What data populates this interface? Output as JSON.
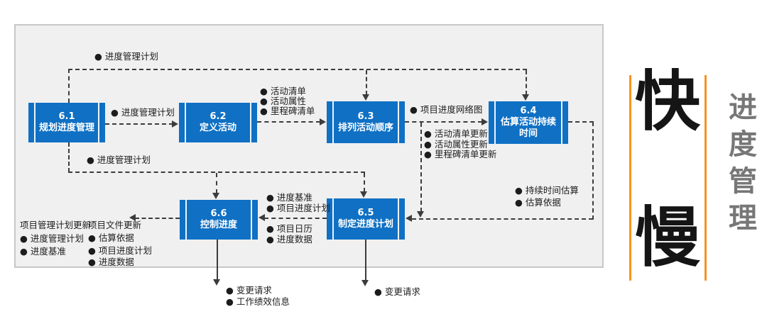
{
  "colors": {
    "process_box_blue": "#0f70c4",
    "panel_background": "#f0f0f0",
    "panel_border": "#c7c7c7",
    "connector_dark": "#3c3c3c",
    "accent_orange": "#f7931e",
    "side_title_gray": "#777777"
  },
  "processes": [
    {
      "num": "6.1",
      "name": "规划进度管理"
    },
    {
      "num": "6.2",
      "name": "定义活动"
    },
    {
      "num": "6.3",
      "name": "排列活动顺序"
    },
    {
      "num": "6.4",
      "name": "估算活动持续时间"
    },
    {
      "num": "6.5",
      "name": "制定进度计划"
    },
    {
      "num": "6.6",
      "name": "控制进度"
    }
  ],
  "io": {
    "plan_top": "● 进度管理计划",
    "plan_mid": "● 进度管理计划",
    "plan_low": "● 进度管理计划",
    "activity_list": "● 活动清单",
    "activity_attr": "● 活动属性",
    "milestone_list": "● 里程碑清单",
    "network_diagram": "● 项目进度网络图",
    "activity_list_upd": "● 活动清单更新",
    "activity_attr_upd": "● 活动属性更新",
    "milestone_list_upd": "● 里程碑清单更新",
    "duration_estimate": "● 持续时间估算",
    "estimate_basis": "● 估算依据",
    "schedule_baseline": "● 进度基准",
    "project_schedule": "● 项目进度计划",
    "project_calendar": "● 项目日历",
    "schedule_data": "● 进度数据",
    "pm_plan_updates_header": "项目管理计划更新",
    "pm_plan_upd_plan": "● 进度管理计划",
    "pm_plan_upd_baseline": "● 进度基准",
    "doc_updates_header": "项目文件更新",
    "doc_upd_basis": "● 估算依据",
    "doc_upd_schedule": "● 项目进度计划",
    "doc_upd_data": "● 进度数据",
    "change_request_left": "● 变更请求",
    "work_performance_info": "● 工作绩效信息",
    "change_request_right": "● 变更请求"
  },
  "side": {
    "fast": "快",
    "slow": "慢",
    "title": "进度管理"
  }
}
